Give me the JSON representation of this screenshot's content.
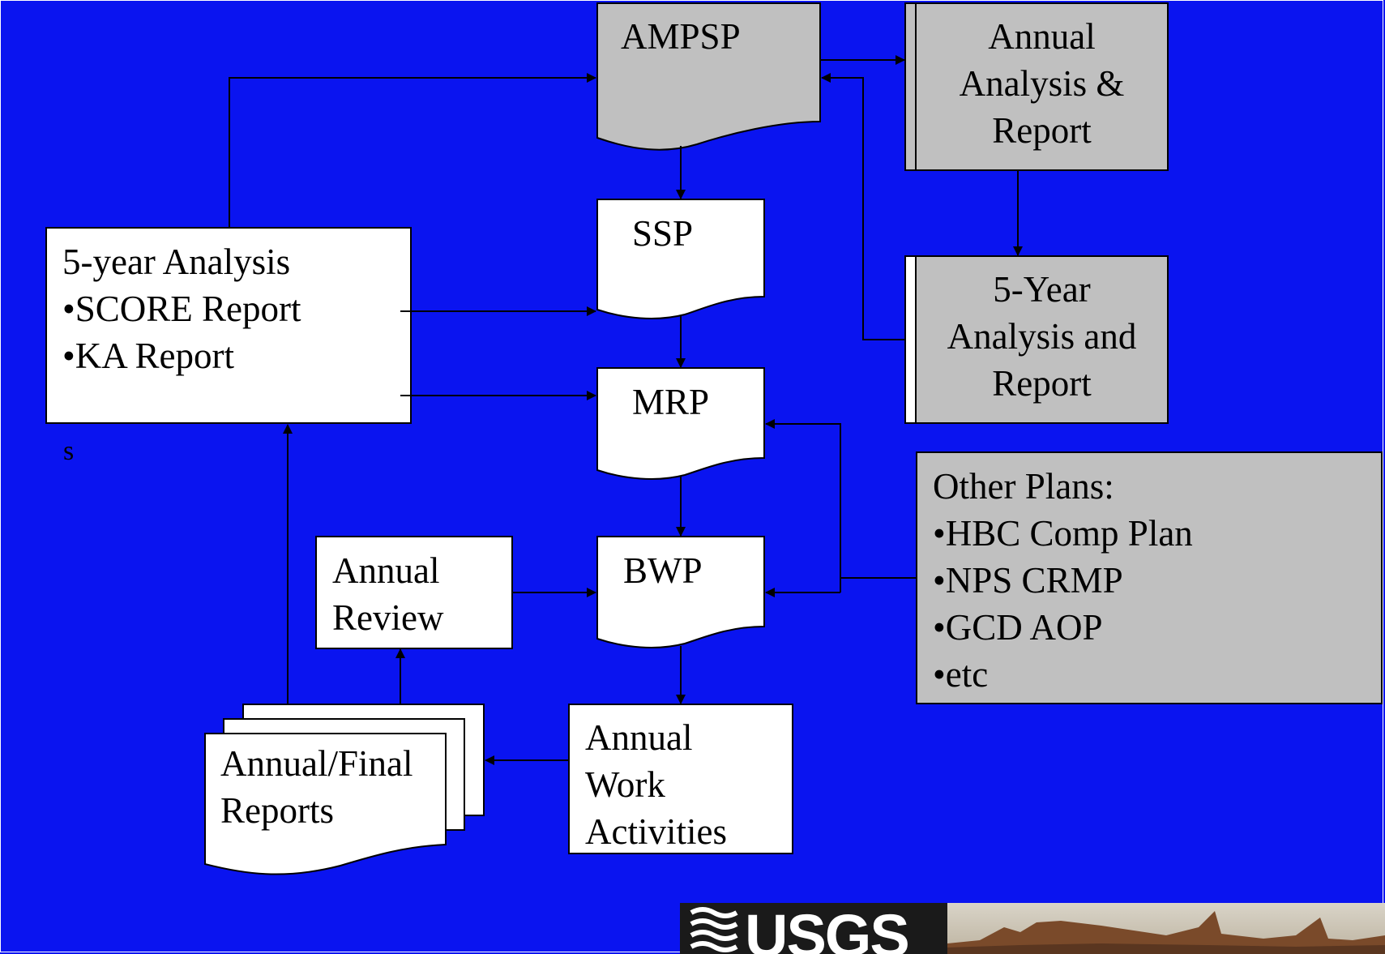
{
  "nodes": {
    "ampsp": "AMPSP",
    "annual_analysis": [
      "Annual",
      "Analysis &",
      "Report"
    ],
    "ssp": "SSP",
    "five_year_analysis_box": [
      "5-year Analysis",
      "•SCORE Report",
      "•KA Report"
    ],
    "five_year_report": [
      "5-Year",
      "Analysis and",
      "Report"
    ],
    "mrp": "MRP",
    "other_plans": [
      "Other Plans:",
      "•HBC Comp Plan",
      "•NPS CRMP",
      "•GCD AOP",
      "•etc"
    ],
    "annual_review": [
      "Annual",
      "Review"
    ],
    "bwp": "BWP",
    "annual_work": [
      "Annual",
      "Work",
      "Activities"
    ],
    "annual_final_reports": [
      "Annual/Final",
      "Reports"
    ]
  },
  "stray_text": "s",
  "logo": {
    "text": "USGS"
  },
  "colors": {
    "background": "#0a14f0",
    "box_gray": "#c0c0c0",
    "box_white": "#ffffff",
    "line": "#000000"
  }
}
